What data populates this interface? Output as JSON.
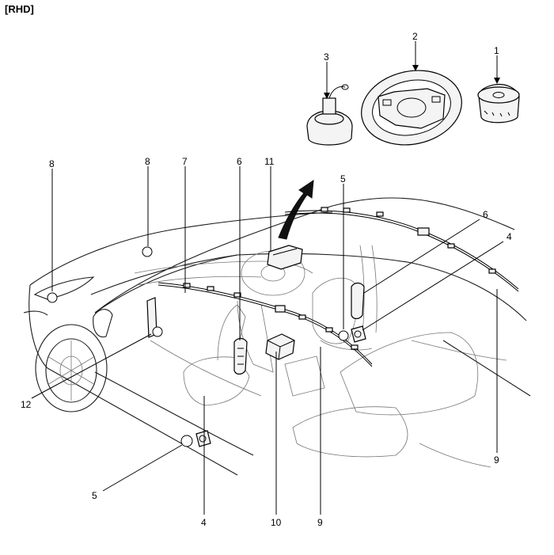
{
  "header": {
    "variant_tag": "[RHD]"
  },
  "callouts": [
    "1",
    "2",
    "3",
    "4",
    "5",
    "6",
    "7",
    "8",
    "9",
    "10",
    "11",
    "12"
  ],
  "icons": [
    "driver-airbag-icon",
    "steering-wheel-icon",
    "clock-spring-icon",
    "seat-belt-pretensioner-icon",
    "side-impact-sensor-icon",
    "side-airbag-icon",
    "curtain-airbag-icon",
    "front-impact-sensor-icon",
    "srs-control-module-icon",
    "passenger-airbag-icon",
    "knee-airbag-icon"
  ]
}
